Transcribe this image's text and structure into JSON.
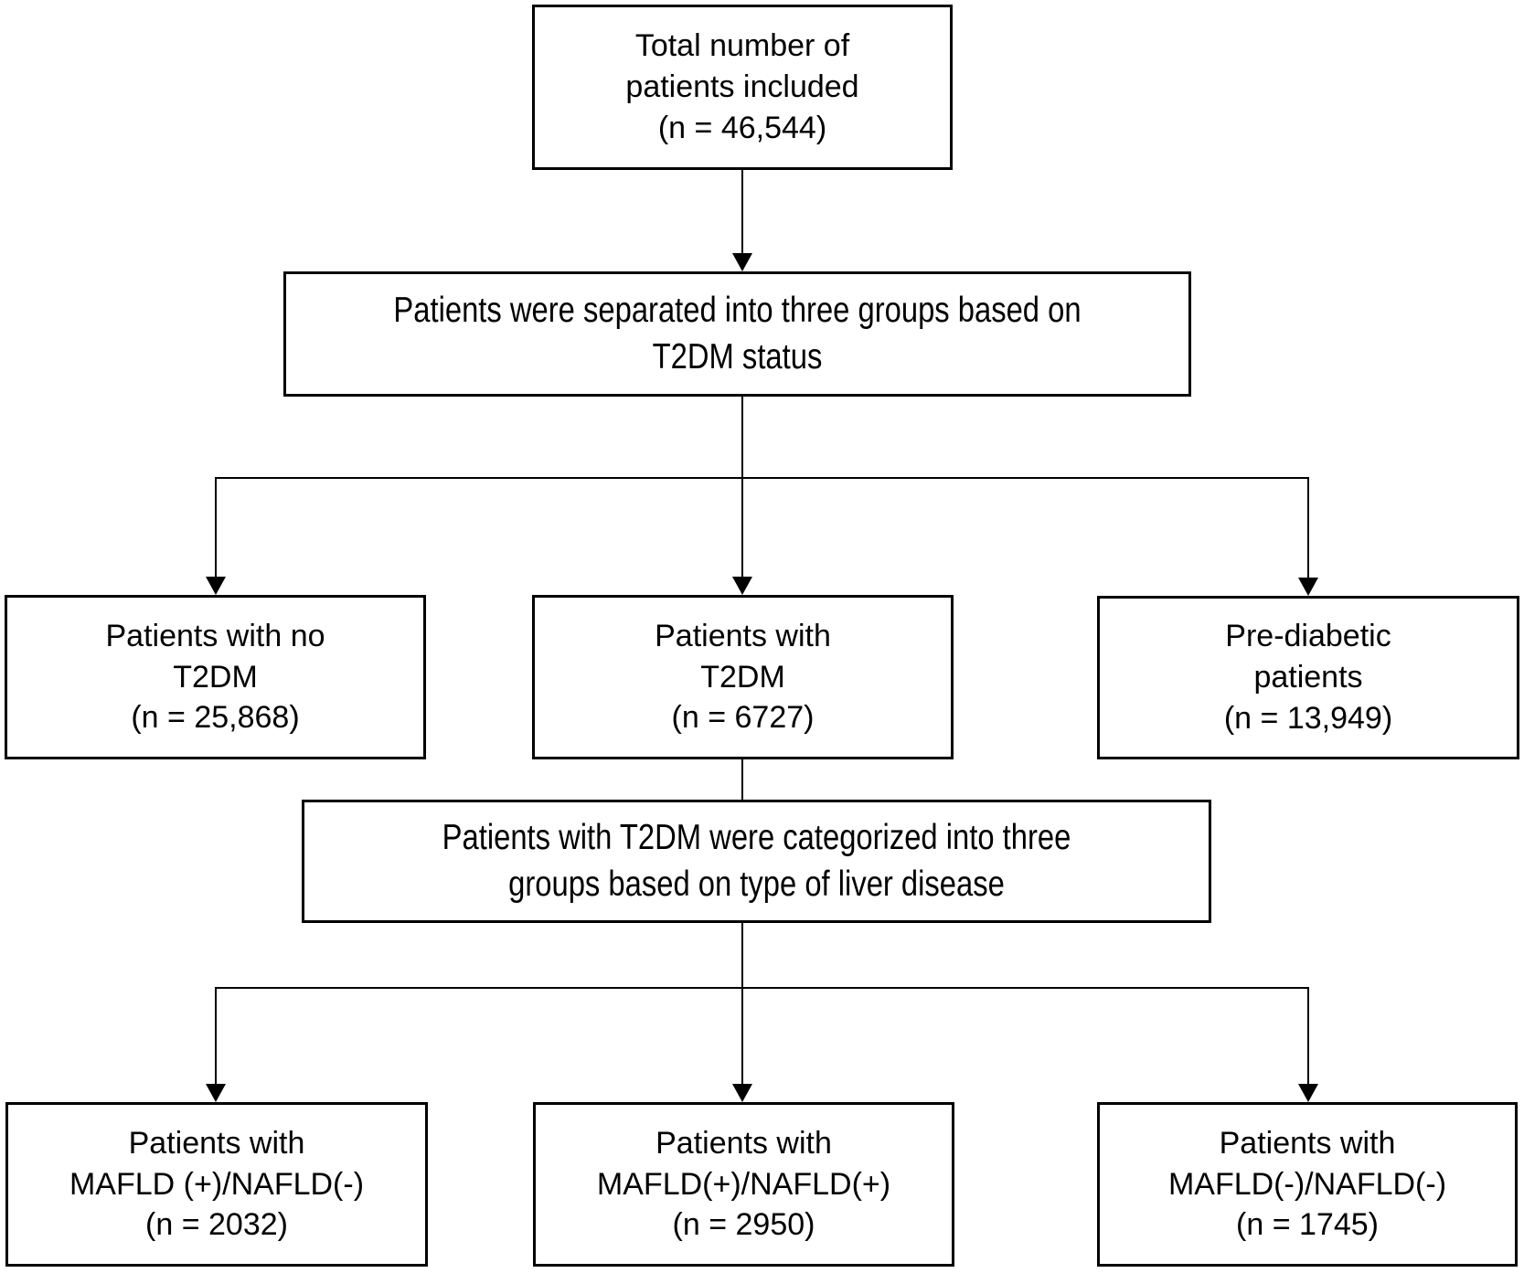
{
  "diagram": {
    "type": "flowchart",
    "background_color": "#ffffff",
    "line_color": "#000000",
    "nodes": {
      "total": {
        "label": "Total number of\npatients included\n(n = 46,544)"
      },
      "t2dm_grouping": {
        "label": "Patients were separated into three groups based on\nT2DM status"
      },
      "no_t2dm": {
        "label": "Patients with no\nT2DM\n(n = 25,868)"
      },
      "t2dm": {
        "label": "Patients with\nT2DM\n(n = 6727)"
      },
      "prediabetic": {
        "label": "Pre-diabetic\npatients\n(n = 13,949)"
      },
      "liver_grouping": {
        "label": "Patients with T2DM were categorized into three\ngroups based on type of liver disease"
      },
      "mafld_pos_nafld_neg": {
        "label": "Patients with\nMAFLD (+)/NAFLD(-)\n(n = 2032)"
      },
      "mafld_pos_nafld_pos": {
        "label": "Patients with\nMAFLD(+)/NAFLD(+)\n(n = 2950)"
      },
      "mafld_neg_nafld_neg": {
        "label": "Patients with\nMAFLD(-)/NAFLD(-)\n(n = 1745)"
      }
    }
  }
}
